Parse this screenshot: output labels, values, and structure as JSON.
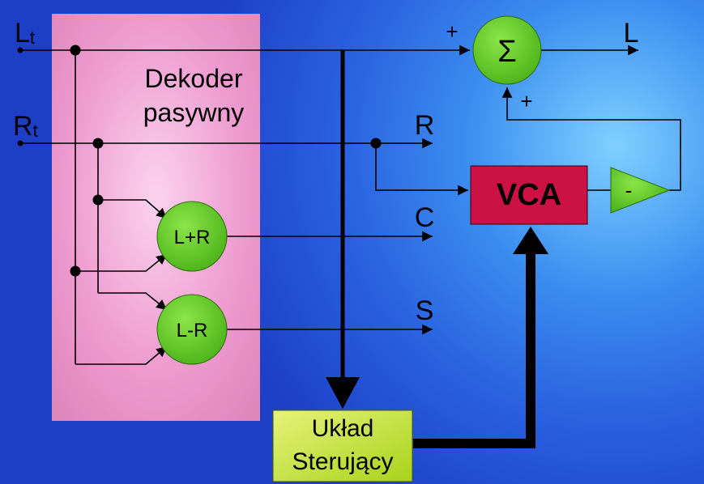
{
  "inputs": {
    "left": {
      "main": "L",
      "sub": "t"
    },
    "right": {
      "main": "R",
      "sub": "t"
    }
  },
  "decoder": {
    "line1": "Dekoder",
    "line2": "pasywny"
  },
  "blocks": {
    "sum_symbol": "Σ",
    "sum_plus_top": "+",
    "sum_plus_bottom": "+",
    "lr_sum": "L+R",
    "lr_diff": "L-R",
    "vca": "VCA",
    "inverter": "-",
    "control_line1": "Układ",
    "control_line2": "Sterujący"
  },
  "outputs": {
    "l": "L",
    "r": "R",
    "c": "C",
    "s": "S"
  },
  "colors": {
    "decoder_fill": "#e88ec4",
    "circle_fill": "#5cc821",
    "vca_fill": "#cc1144",
    "control_fill": "#c8e83c",
    "inverter_fill": "#5cc821"
  }
}
